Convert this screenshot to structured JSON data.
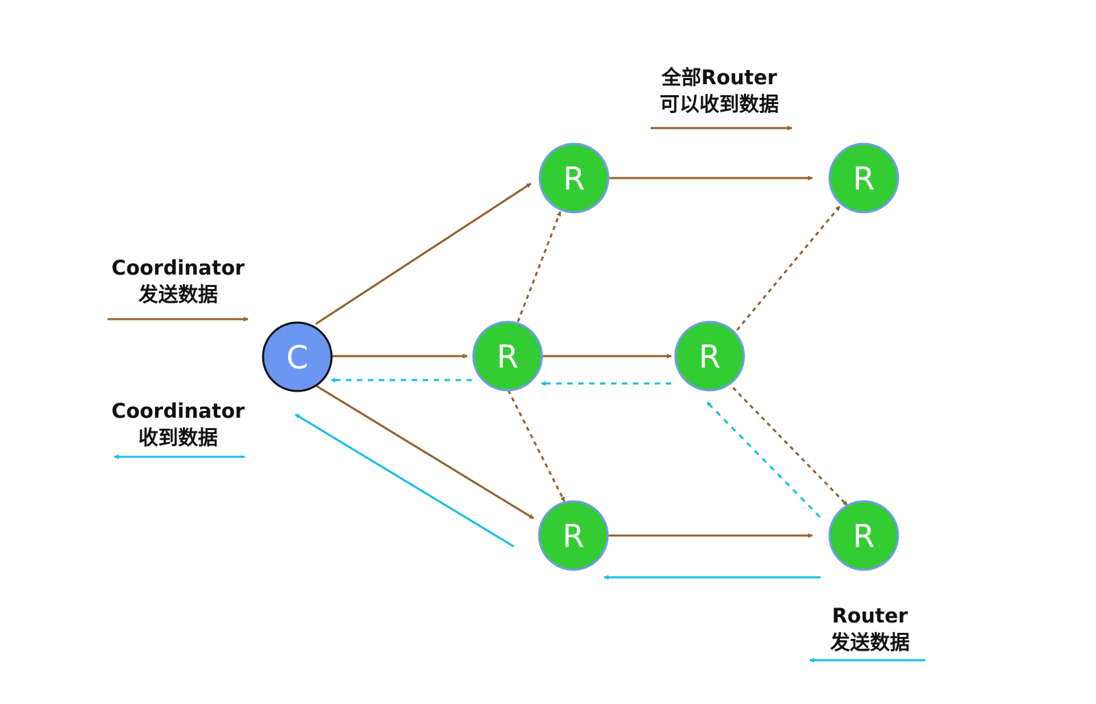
{
  "colors": {
    "send_arrow": "#94602e",
    "receive_arrow": "#17bde8",
    "router_fill": "#33cc33",
    "router_stroke": "#6f9bef",
    "coordinator_fill": "#6b97f2",
    "coordinator_stroke": "#111111"
  },
  "nodes": {
    "coordinator": "C",
    "router_label": "R"
  },
  "captions": {
    "all_router": {
      "line1": "全部Router",
      "line2": "可以收到数据"
    },
    "coordinator_send": {
      "line1": "Coordinator",
      "line2": "发送数据"
    },
    "coordinator_receive": {
      "line1": "Coordinator",
      "line2": "收到数据"
    },
    "router_send": {
      "line1": "Router",
      "line2": "发送数据"
    }
  }
}
